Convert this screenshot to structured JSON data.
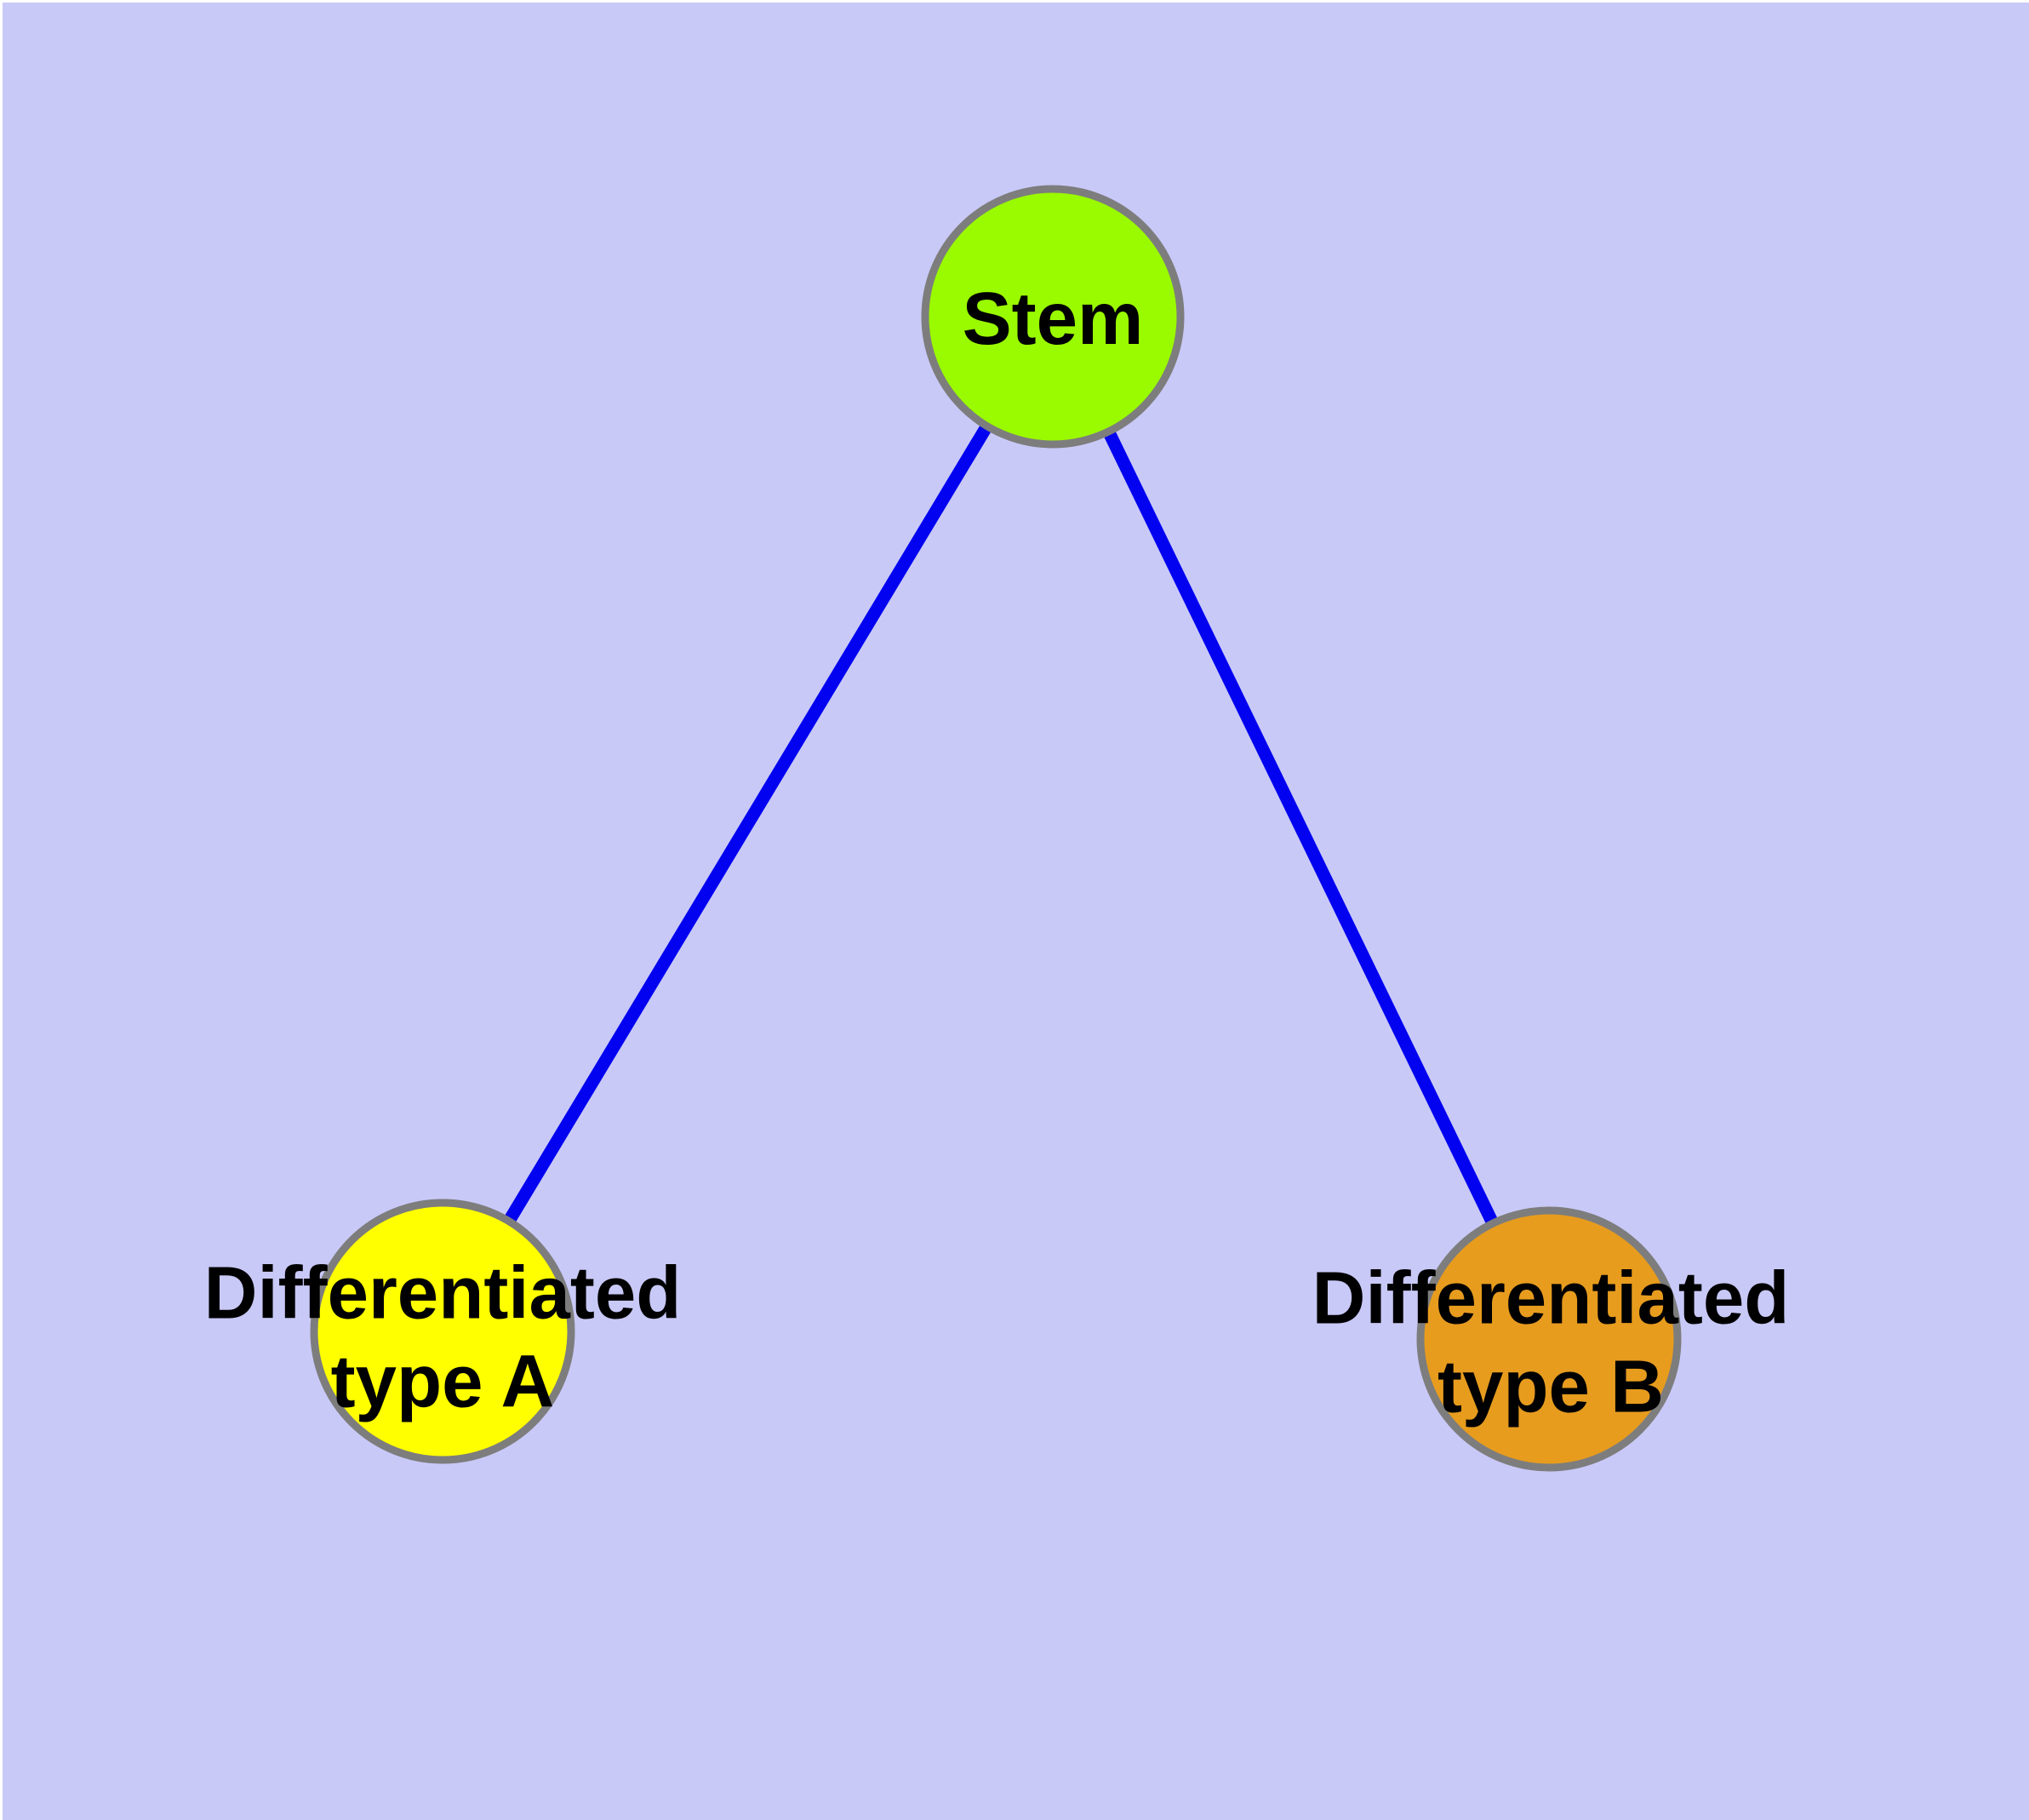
{
  "canvas": {
    "background": "#C9C9F8",
    "frame": "#FFFFFF"
  },
  "nodes": {
    "stem": {
      "label": "Stem",
      "fill": "#9AFA00",
      "stroke": "#7D7D7D",
      "text_color": "#000000"
    },
    "typeA": {
      "label": "Differentiated\ntype A",
      "fill": "#FFFF00",
      "stroke": "#7D7D7D",
      "text_color": "#000000"
    },
    "typeB": {
      "label": "Differentiated\ntype B",
      "fill": "#E79C1E",
      "stroke": "#7D7D7D",
      "text_color": "#000000"
    }
  },
  "edges": {
    "color": "#0202F0",
    "list": [
      {
        "from": "stem",
        "to": "typeA"
      },
      {
        "from": "stem",
        "to": "typeB"
      }
    ]
  }
}
